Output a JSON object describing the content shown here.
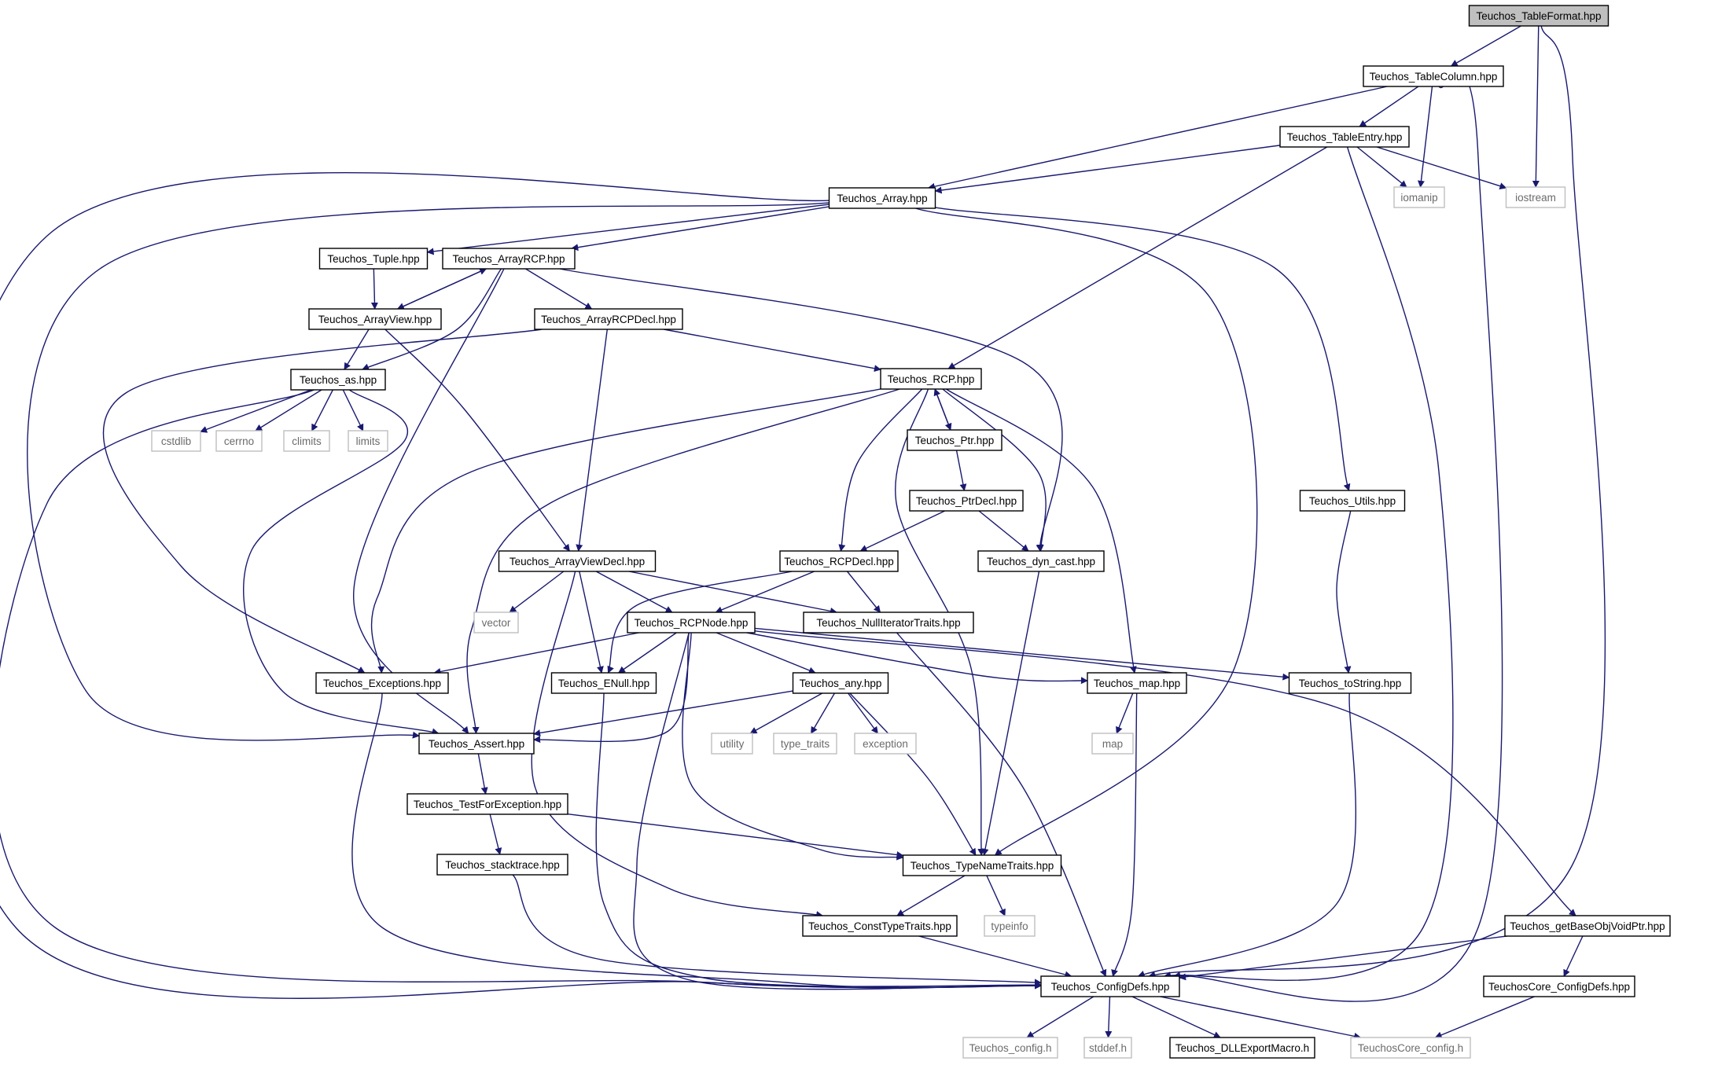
{
  "colors": {
    "edge": "#191970",
    "root_fill": "#bfbfbf",
    "node_border": "#000000",
    "system_border": "#bfbfbf",
    "system_text": "#6b6b6b"
  },
  "nodes": [
    {
      "id": "tableformat",
      "label": "Teuchos_TableFormat.hpp",
      "kind": "root"
    },
    {
      "id": "tablecolumn",
      "label": "Teuchos_TableColumn.hpp",
      "kind": "file"
    },
    {
      "id": "tableentry",
      "label": "Teuchos_TableEntry.hpp",
      "kind": "file"
    },
    {
      "id": "iomanip",
      "label": "iomanip",
      "kind": "system"
    },
    {
      "id": "iostream",
      "label": "iostream",
      "kind": "system"
    },
    {
      "id": "array",
      "label": "Teuchos_Array.hpp",
      "kind": "file"
    },
    {
      "id": "tuple",
      "label": "Teuchos_Tuple.hpp",
      "kind": "file"
    },
    {
      "id": "arrayrcp",
      "label": "Teuchos_ArrayRCP.hpp",
      "kind": "file"
    },
    {
      "id": "arrayview",
      "label": "Teuchos_ArrayView.hpp",
      "kind": "file"
    },
    {
      "id": "arrayrcpdecl",
      "label": "Teuchos_ArrayRCPDecl.hpp",
      "kind": "file"
    },
    {
      "id": "as",
      "label": "Teuchos_as.hpp",
      "kind": "file"
    },
    {
      "id": "rcp",
      "label": "Teuchos_RCP.hpp",
      "kind": "file"
    },
    {
      "id": "cstdlib",
      "label": "cstdlib",
      "kind": "system"
    },
    {
      "id": "cerrno",
      "label": "cerrno",
      "kind": "system"
    },
    {
      "id": "climits",
      "label": "climits",
      "kind": "system"
    },
    {
      "id": "limits",
      "label": "limits",
      "kind": "system"
    },
    {
      "id": "ptr",
      "label": "Teuchos_Ptr.hpp",
      "kind": "file"
    },
    {
      "id": "ptrdecl",
      "label": "Teuchos_PtrDecl.hpp",
      "kind": "file"
    },
    {
      "id": "utils",
      "label": "Teuchos_Utils.hpp",
      "kind": "file"
    },
    {
      "id": "arrayviewdecl",
      "label": "Teuchos_ArrayViewDecl.hpp",
      "kind": "file"
    },
    {
      "id": "rcpdecl",
      "label": "Teuchos_RCPDecl.hpp",
      "kind": "file"
    },
    {
      "id": "dyncast",
      "label": "Teuchos_dyn_cast.hpp",
      "kind": "file"
    },
    {
      "id": "vector",
      "label": "vector",
      "kind": "system"
    },
    {
      "id": "rcpnode",
      "label": "Teuchos_RCPNode.hpp",
      "kind": "file"
    },
    {
      "id": "nulliter",
      "label": "Teuchos_NullIteratorTraits.hpp",
      "kind": "file"
    },
    {
      "id": "exceptions",
      "label": "Teuchos_Exceptions.hpp",
      "kind": "file"
    },
    {
      "id": "enull",
      "label": "Teuchos_ENull.hpp",
      "kind": "file"
    },
    {
      "id": "any",
      "label": "Teuchos_any.hpp",
      "kind": "file"
    },
    {
      "id": "map",
      "label": "Teuchos_map.hpp",
      "kind": "file"
    },
    {
      "id": "tostring",
      "label": "Teuchos_toString.hpp",
      "kind": "file"
    },
    {
      "id": "assert",
      "label": "Teuchos_Assert.hpp",
      "kind": "file"
    },
    {
      "id": "utility",
      "label": "utility",
      "kind": "system"
    },
    {
      "id": "typetraits",
      "label": "type_traits",
      "kind": "system"
    },
    {
      "id": "exception",
      "label": "exception",
      "kind": "system"
    },
    {
      "id": "stdmap",
      "label": "map",
      "kind": "system"
    },
    {
      "id": "testforexc",
      "label": "Teuchos_TestForException.hpp",
      "kind": "file"
    },
    {
      "id": "stacktrace",
      "label": "Teuchos_stacktrace.hpp",
      "kind": "file"
    },
    {
      "id": "typename",
      "label": "Teuchos_TypeNameTraits.hpp",
      "kind": "file"
    },
    {
      "id": "consttype",
      "label": "Teuchos_ConstTypeTraits.hpp",
      "kind": "file"
    },
    {
      "id": "typeinfo",
      "label": "typeinfo",
      "kind": "system"
    },
    {
      "id": "getbaseobj",
      "label": "Teuchos_getBaseObjVoidPtr.hpp",
      "kind": "file"
    },
    {
      "id": "configdefs",
      "label": "Teuchos_ConfigDefs.hpp",
      "kind": "file"
    },
    {
      "id": "coreconfigdefs",
      "label": "TeuchosCore_ConfigDefs.hpp",
      "kind": "file"
    },
    {
      "id": "configh",
      "label": "Teuchos_config.h",
      "kind": "system"
    },
    {
      "id": "stddef",
      "label": "stddef.h",
      "kind": "system"
    },
    {
      "id": "dllexport",
      "label": "Teuchos_DLLExportMacro.h",
      "kind": "file"
    },
    {
      "id": "coreconfigh",
      "label": "TeuchosCore_config.h",
      "kind": "system"
    }
  ],
  "edges": [
    [
      "tableformat",
      "tablecolumn"
    ],
    [
      "tableformat",
      "iostream"
    ],
    [
      "tableformat",
      "configdefs"
    ],
    [
      "tablecolumn",
      "array"
    ],
    [
      "tablecolumn",
      "tableentry"
    ],
    [
      "tablecolumn",
      "iomanip"
    ],
    [
      "tablecolumn",
      "configdefs"
    ],
    [
      "tableentry",
      "array"
    ],
    [
      "tableentry",
      "rcp"
    ],
    [
      "tableentry",
      "iomanip"
    ],
    [
      "tableentry",
      "iostream"
    ],
    [
      "tableentry",
      "configdefs"
    ],
    [
      "array",
      "configdefs"
    ],
    [
      "array",
      "assert"
    ],
    [
      "array",
      "tuple"
    ],
    [
      "array",
      "arrayrcp"
    ],
    [
      "array",
      "typename"
    ],
    [
      "array",
      "utils"
    ],
    [
      "tuple",
      "arrayview"
    ],
    [
      "arrayrcp",
      "arrayview"
    ],
    [
      "arrayrcp",
      "as"
    ],
    [
      "arrayrcp",
      "assert"
    ],
    [
      "arrayrcp",
      "arrayrcpdecl"
    ],
    [
      "arrayrcp",
      "dyncast"
    ],
    [
      "arrayview",
      "arrayrcp"
    ],
    [
      "arrayview",
      "as"
    ],
    [
      "arrayview",
      "arrayviewdecl"
    ],
    [
      "arrayrcpdecl",
      "exceptions"
    ],
    [
      "arrayrcpdecl",
      "arrayviewdecl"
    ],
    [
      "arrayrcpdecl",
      "rcp"
    ],
    [
      "as",
      "cstdlib"
    ],
    [
      "as",
      "cerrno"
    ],
    [
      "as",
      "climits"
    ],
    [
      "as",
      "limits"
    ],
    [
      "as",
      "assert"
    ],
    [
      "as",
      "configdefs"
    ],
    [
      "rcp",
      "exceptions"
    ],
    [
      "rcp",
      "assert"
    ],
    [
      "rcp",
      "rcpdecl"
    ],
    [
      "rcp",
      "ptr"
    ],
    [
      "rcp",
      "typename"
    ],
    [
      "rcp",
      "dyncast"
    ],
    [
      "rcp",
      "map"
    ],
    [
      "ptr",
      "rcp"
    ],
    [
      "ptr",
      "ptrdecl"
    ],
    [
      "ptrdecl",
      "rcpdecl"
    ],
    [
      "ptrdecl",
      "dyncast"
    ],
    [
      "utils",
      "tostring"
    ],
    [
      "arrayviewdecl",
      "vector"
    ],
    [
      "arrayviewdecl",
      "enull"
    ],
    [
      "arrayviewdecl",
      "rcpnode"
    ],
    [
      "arrayviewdecl",
      "nulliter"
    ],
    [
      "arrayviewdecl",
      "consttype"
    ],
    [
      "rcpdecl",
      "rcpnode"
    ],
    [
      "rcpdecl",
      "nulliter"
    ],
    [
      "rcpdecl",
      "enull"
    ],
    [
      "dyncast",
      "typename"
    ],
    [
      "rcpnode",
      "exceptions"
    ],
    [
      "rcpnode",
      "enull"
    ],
    [
      "rcpnode",
      "any"
    ],
    [
      "rcpnode",
      "map"
    ],
    [
      "rcpnode",
      "tostring"
    ],
    [
      "rcpnode",
      "assert"
    ],
    [
      "rcpnode",
      "configdefs"
    ],
    [
      "rcpnode",
      "typename"
    ],
    [
      "rcpnode",
      "getbaseobj"
    ],
    [
      "nulliter",
      "configdefs"
    ],
    [
      "exceptions",
      "configdefs"
    ],
    [
      "enull",
      "configdefs"
    ],
    [
      "any",
      "assert"
    ],
    [
      "any",
      "utility"
    ],
    [
      "any",
      "typetraits"
    ],
    [
      "any",
      "exception"
    ],
    [
      "any",
      "typename"
    ],
    [
      "map",
      "stdmap"
    ],
    [
      "map",
      "configdefs"
    ],
    [
      "tostring",
      "configdefs"
    ],
    [
      "assert",
      "testforexc"
    ],
    [
      "testforexc",
      "stacktrace"
    ],
    [
      "testforexc",
      "typename"
    ],
    [
      "stacktrace",
      "configdefs"
    ],
    [
      "typename",
      "consttype"
    ],
    [
      "typename",
      "typeinfo"
    ],
    [
      "consttype",
      "configdefs"
    ],
    [
      "getbaseobj",
      "configdefs"
    ],
    [
      "getbaseobj",
      "coreconfigdefs"
    ],
    [
      "coreconfigdefs",
      "coreconfigh"
    ],
    [
      "configdefs",
      "configh"
    ],
    [
      "configdefs",
      "stddef"
    ],
    [
      "configdefs",
      "dllexport"
    ],
    [
      "configdefs",
      "coreconfigh"
    ]
  ]
}
